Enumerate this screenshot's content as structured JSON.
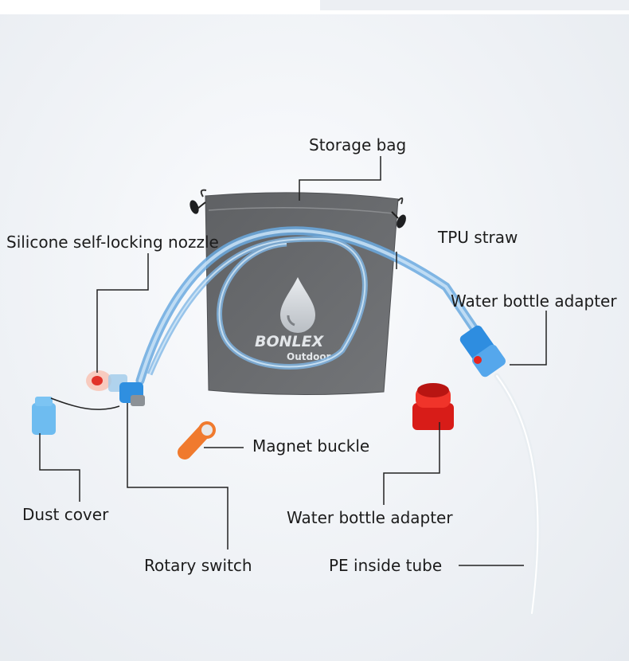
{
  "labels": {
    "storage_bag": "Storage bag",
    "silicone_nozzle": "Silicone self-locking nozzle",
    "tpu_straw": "TPU straw",
    "water_bottle_adapter_top": "Water bottle adapter",
    "magnet_buckle": "Magnet buckle",
    "dust_cover": "Dust cover",
    "water_bottle_adapter_bottom": "Water bottle adapter",
    "rotary_switch": "Rotary switch",
    "pe_inside_tube": "PE inside tube"
  },
  "brand": {
    "name": "BONLEX",
    "subtitle": "Outdoor"
  },
  "colors": {
    "bag": "#6b6d70",
    "tube": "#7fb7e6",
    "adapter": "#2f8fe0",
    "red_adapter": "#e8241e",
    "magnet": "#f07a2e",
    "dust_cover": "#5fb6ef"
  }
}
